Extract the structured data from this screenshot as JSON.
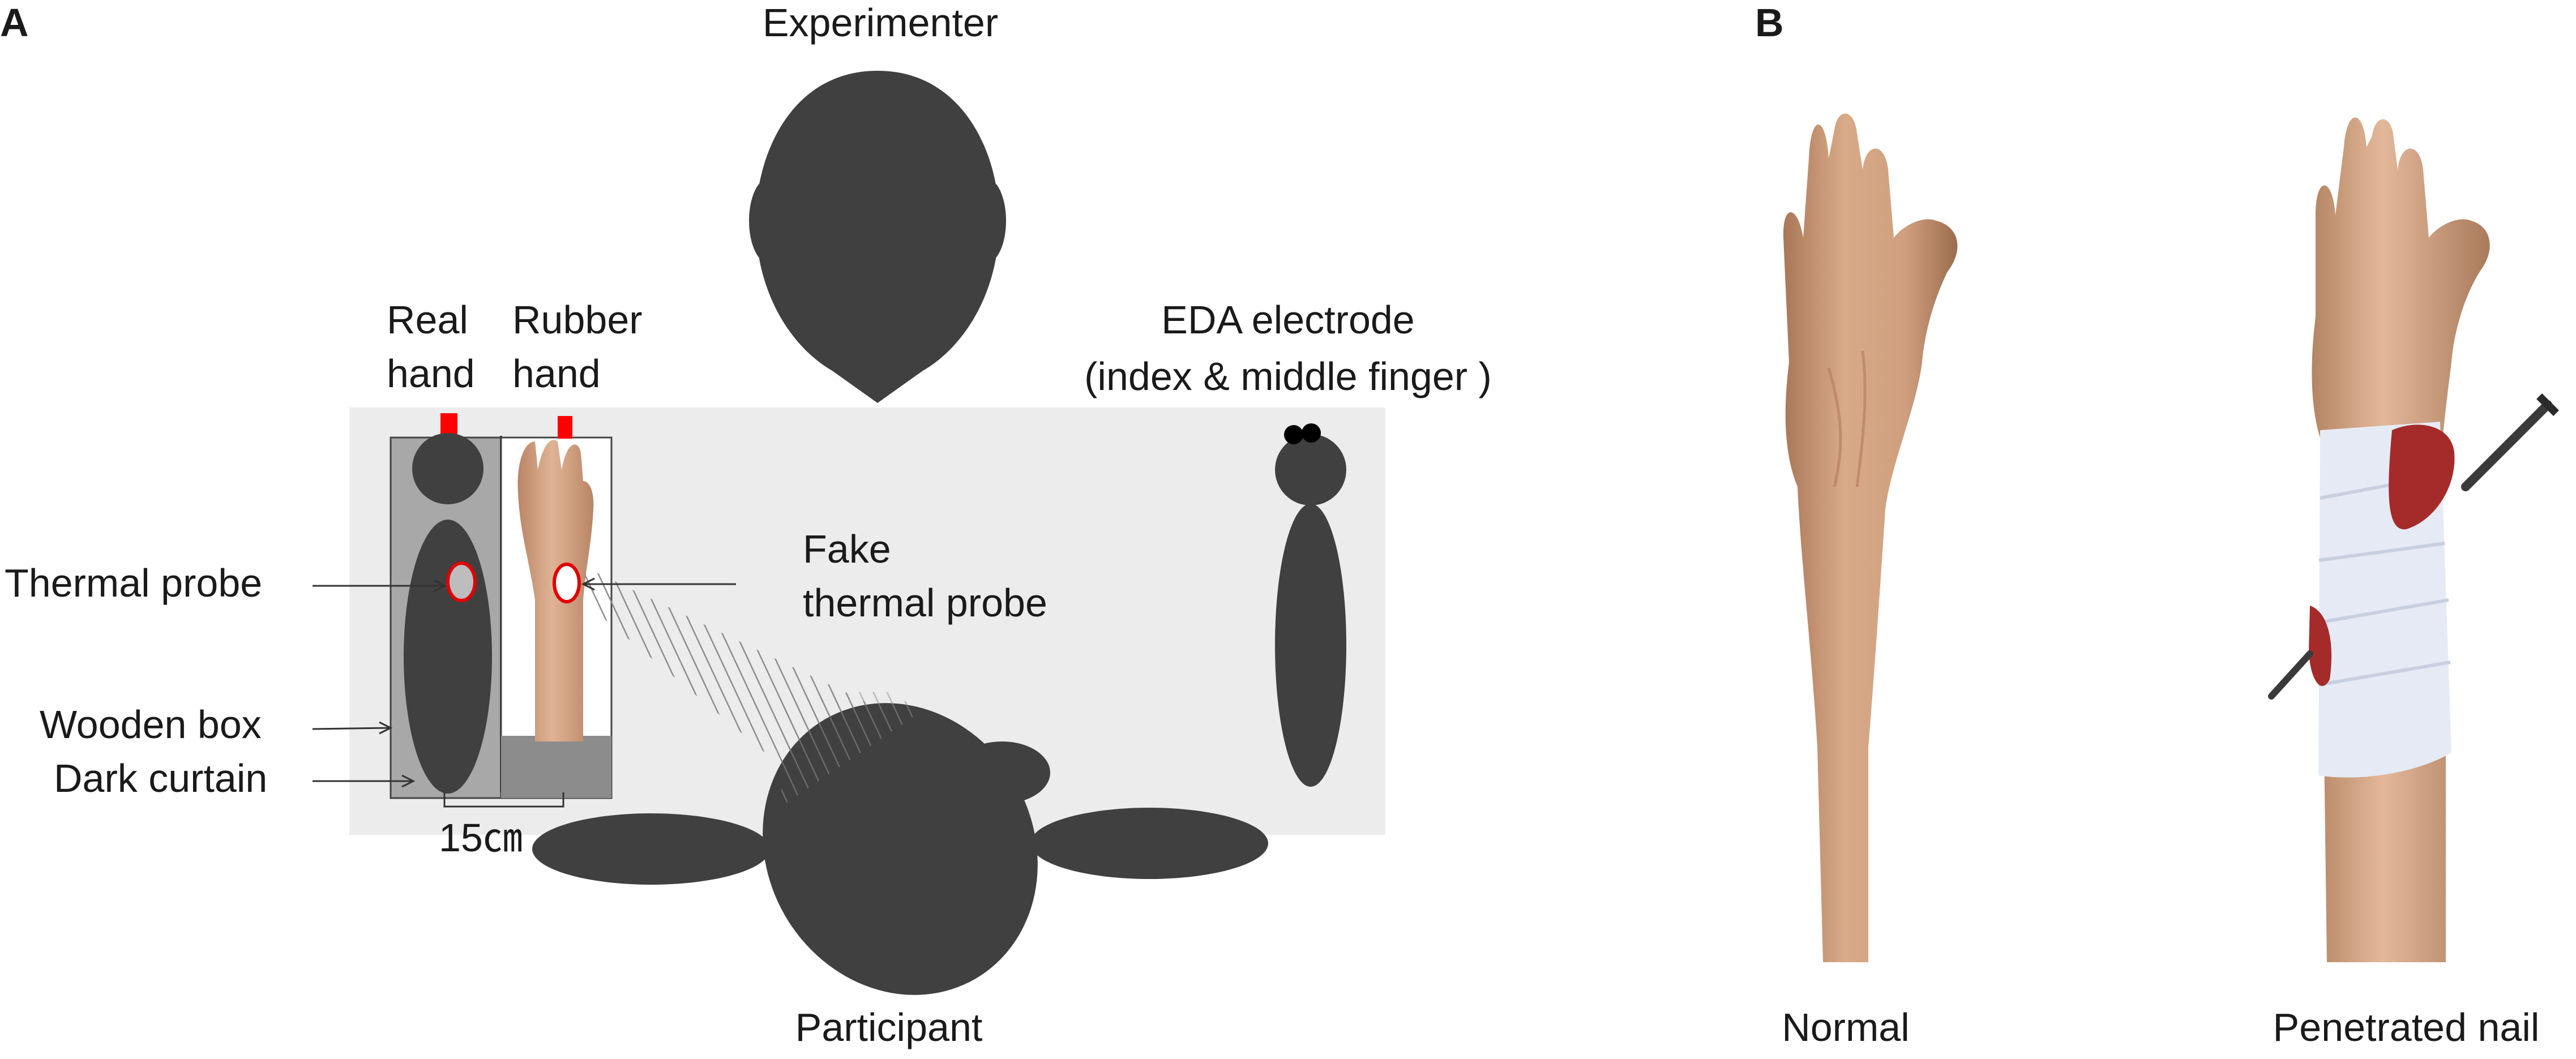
{
  "panel_a": {
    "letter": "A",
    "experimenter": "Experimenter",
    "participant": "Participant",
    "real_hand": [
      "Real",
      "hand"
    ],
    "rubber_hand": [
      "Rubber",
      "hand"
    ],
    "eda_electrode": [
      "EDA electrode",
      "(index & middle finger )"
    ],
    "thermal_probe": "Thermal probe",
    "fake_thermal_probe": [
      "Fake",
      "thermal probe"
    ],
    "wooden_box": "Wooden box",
    "dark_curtain": "Dark curtain",
    "distance": "15㎝"
  },
  "panel_b": {
    "letter": "B",
    "normal": "Normal",
    "penetrated_nail": "Penetrated nail"
  },
  "colors": {
    "silhouette": "#404040",
    "table": "#ececec",
    "marker_red": "#ff0000",
    "skin": "#d7a887",
    "bandage": "#e6eaf4",
    "blood": "#a52a2a"
  }
}
